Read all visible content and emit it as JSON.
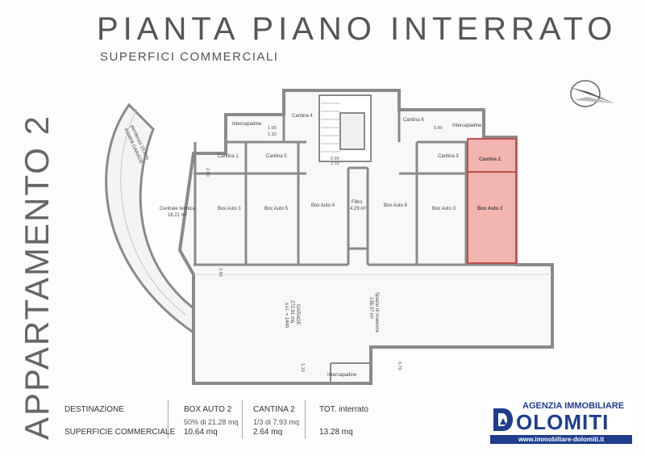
{
  "header": {
    "title": "PIANTA PIANO INTERRATO",
    "subtitle": "SUPERFICI COMMERCIALI",
    "side_title": "APPARTAMENTO 2"
  },
  "plan": {
    "ramp": "RAMPA GARAGE",
    "ramp_slope": "pendenza 15,5 %",
    "rooms": {
      "cantina1": "Cantina 1",
      "cantina2": "Cantina 2",
      "cantina3": "Cantina 3",
      "cantina4": "Cantina 4",
      "cantina5": "Cantina 5",
      "cantina6": "Cantina 6",
      "box1": "Box Auto 1",
      "box2": "Box Auto 2",
      "box3": "Box Auto 3",
      "box4": "Box Auto 4",
      "box5": "Box Auto 5",
      "box6": "Box Auto 6",
      "centrale": "Centrale termica",
      "centrale_area": "16.21 m²",
      "filtro": "Filtro",
      "filtro_area": "4.29 m²",
      "intercapedine_left": "Intercapadine",
      "intercapedine_right": "Intercapadine",
      "intercapedine_bottom": "Intercapadine",
      "garage": "GARAGE",
      "garage_area": "272.91 mq",
      "garage_note": "s.r.l. = 1440",
      "spazio": "Spazio di manovra",
      "spazio_area": "138.37 m²"
    },
    "dims": {
      "d100_130": "1.00",
      "d130": "1.30",
      "d090": "0.90",
      "d210": "2.10",
      "d080": "0.80",
      "d200": "2.00",
      "d250": "2.50",
      "d110": "1.10",
      "d070": "0.70"
    }
  },
  "table": {
    "destinazione": "DESTINAZIONE",
    "superficie": "SUPERFICIE COMMERCIALE",
    "col1_head": "BOX AUTO 2",
    "col1_note": "50% di 21.28 mq",
    "col1_val": "10.64 mq",
    "col2_head": "CANTINA 2",
    "col2_note": "1/3 di 7.93 mq",
    "col2_val": "2.64 mq",
    "col3_head": "TOT. interrato",
    "col3_val": "13.28 mq"
  },
  "logo": {
    "agency": "AGENZIA IMMOBILIARE",
    "name": "OLOMITI",
    "url": "www.immobiliare-dolomiti.it"
  },
  "colors": {
    "highlight": "#f3b5b0",
    "highlight_stroke": "#c0504d",
    "wall": "#8a8a8a",
    "brand": "#1e3d8f"
  }
}
